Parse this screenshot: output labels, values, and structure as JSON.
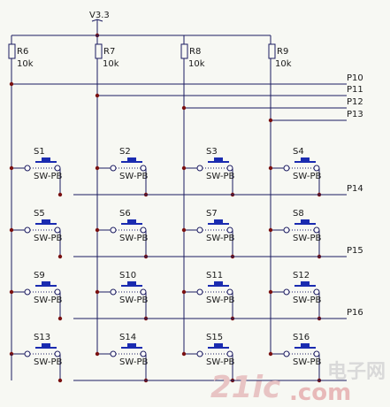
{
  "supply_label": "V3.3",
  "resistors": [
    {
      "ref": "R6",
      "value": "10k"
    },
    {
      "ref": "R7",
      "value": "10k"
    },
    {
      "ref": "R8",
      "value": "10k"
    },
    {
      "ref": "R9",
      "value": "10k"
    }
  ],
  "row_nets": [
    "P14",
    "P15",
    "P16"
  ],
  "column_nets": [
    "P10",
    "P11",
    "P12",
    "P13"
  ],
  "switch_type": "SW-PB",
  "switches": [
    "S1",
    "S2",
    "S3",
    "S4",
    "S5",
    "S6",
    "S7",
    "S8",
    "S9",
    "S10",
    "S11",
    "S12",
    "S13",
    "S14",
    "S15",
    "S16"
  ],
  "watermark": {
    "brand": "21ic",
    "domain": ".com",
    "cn": "电子网"
  },
  "colors": {
    "wire": "#1b1b60",
    "junction": "#7a1010",
    "switch_blue": "#1a2bb0",
    "background": "#f7f8f3"
  }
}
